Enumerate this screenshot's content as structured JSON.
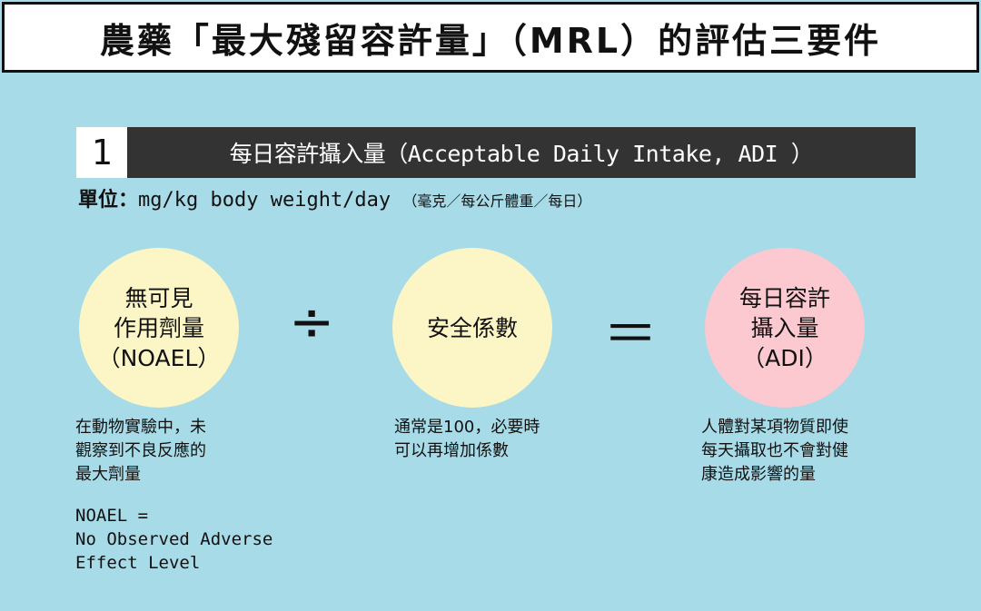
{
  "title": "農藥「最大殘留容許量」（MRL）的評估三要件",
  "section": {
    "number": "1",
    "heading": "每日容許攝入量（Acceptable Daily Intake, ADI ）",
    "unit_label": "單位：",
    "unit_value": "mg/kg body weight/day",
    "unit_note": "（毫克／每公斤體重／每日）"
  },
  "circles": [
    {
      "lines": [
        "無可見",
        "作用劑量",
        "（NOAEL）"
      ]
    },
    {
      "lines": [
        "安全係數"
      ]
    },
    {
      "lines": [
        "每日容許",
        "攝入量",
        "（ADI）"
      ]
    }
  ],
  "operators": {
    "divide": "÷",
    "equals": "＝"
  },
  "descriptions": [
    {
      "lines": [
        "在動物實驗中，未",
        "觀察到不良反應的",
        "最大劑量"
      ]
    },
    {
      "lines": [
        "通常是100，必要時",
        "可以再增加係數"
      ]
    },
    {
      "lines": [
        "人體對某項物質即使",
        "每天攝取也不會對健",
        "康造成影響的量"
      ]
    }
  ],
  "noael_def": [
    "NOAEL =",
    "No Observed Adverse",
    "Effect Level"
  ]
}
